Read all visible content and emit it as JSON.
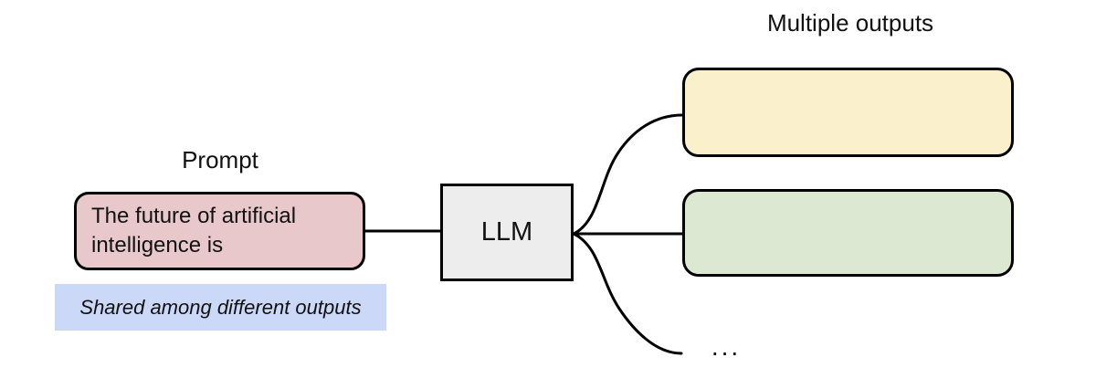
{
  "labels": {
    "prompt_title": "Prompt",
    "outputs_title": "Multiple outputs",
    "ellipsis": "..."
  },
  "prompt_box": {
    "lines": [
      "The future of artificial",
      "intelligence is"
    ]
  },
  "note": {
    "text": "Shared among different outputs"
  },
  "llm_box": {
    "label": "LLM"
  },
  "output_boxes": [
    {
      "name": "output-1",
      "content": ""
    },
    {
      "name": "output-2",
      "content": ""
    }
  ],
  "colors": {
    "prompt_fill": "#e8c8ca",
    "llm_fill": "#ededed",
    "output1_fill": "#faf0cc",
    "output2_fill": "#dde8d2",
    "note_fill": "#cbd8f7",
    "line": "#000000"
  }
}
